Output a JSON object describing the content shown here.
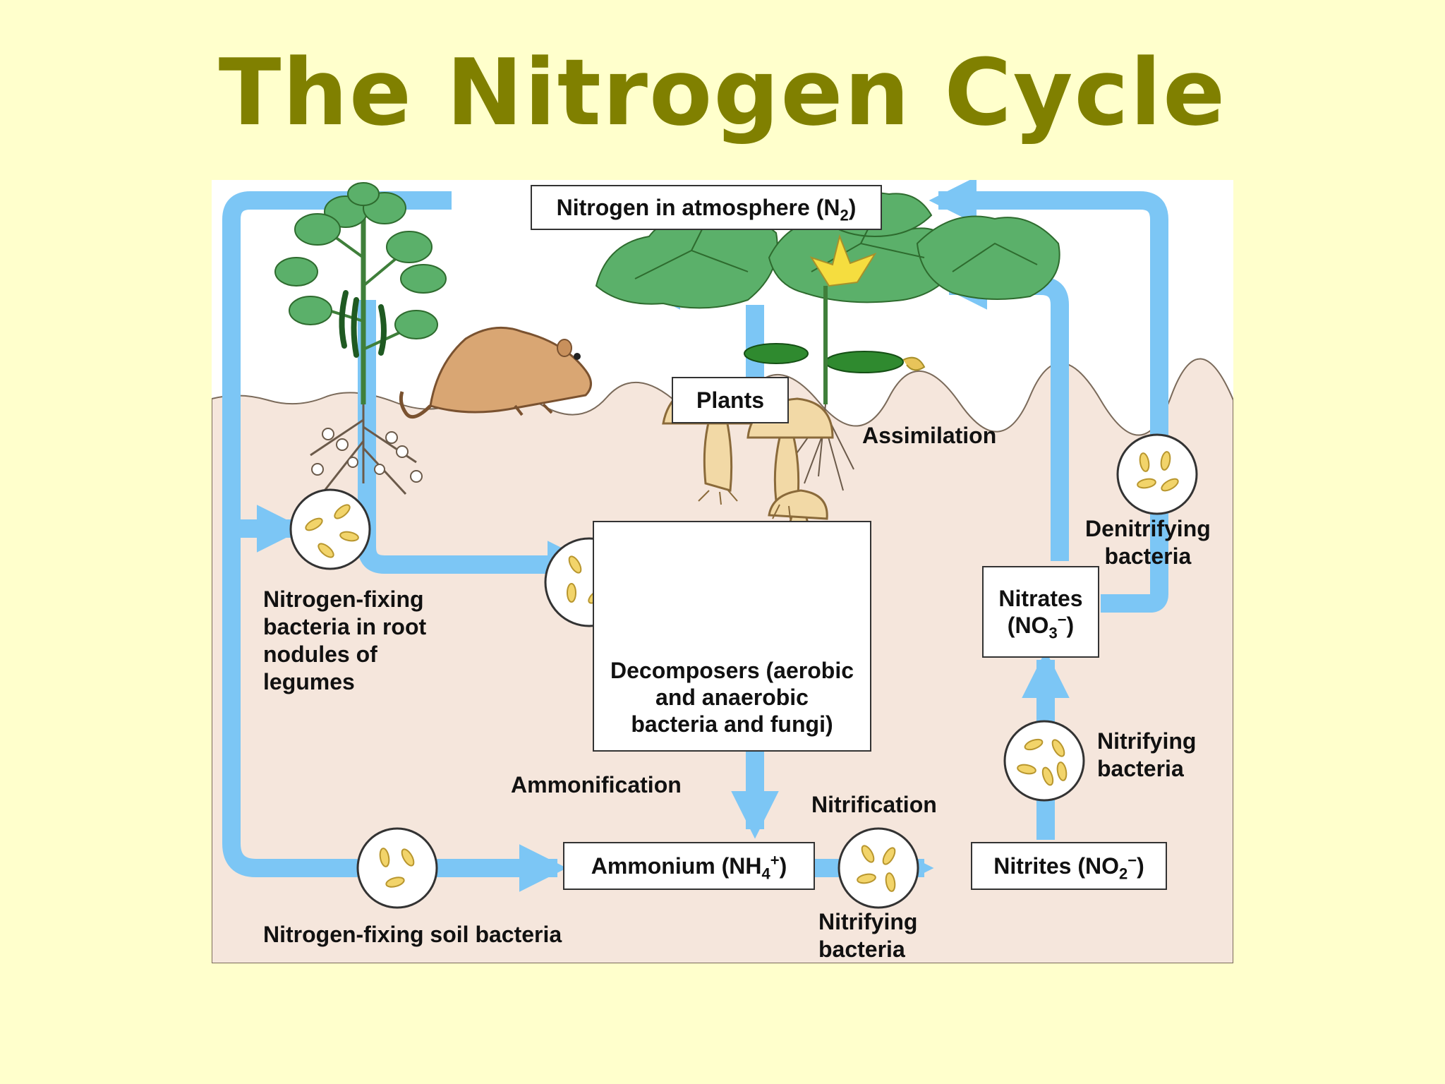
{
  "title": "The Nitrogen Cycle",
  "colors": {
    "background": "#ffffcc",
    "title": "#808000",
    "arrow": "#7cc6f5",
    "soil": "#f5e6dc",
    "leaf": "#5bb06a",
    "bacteria": "#f2d46a",
    "mushroom": "#f2d9a6",
    "rodent": "#d9a673"
  },
  "boxes": {
    "atmosphere": {
      "text": "Nitrogen in atmosphere (N",
      "sub": "2",
      "tail": ")"
    },
    "plants": "Plants",
    "decomposers": {
      "line1": "Decomposers (aerobic",
      "line2": "and anaerobic",
      "line3": "bacteria and fungi)"
    },
    "nitrates": {
      "line1": "Nitrates",
      "pre": "(NO",
      "sub": "3",
      "sup": "−",
      "tail": ")"
    },
    "ammonium": {
      "text": "Ammonium (NH",
      "sub": "4",
      "sup": "+",
      "tail": ")"
    },
    "nitrites": {
      "text": "Nitrites (NO",
      "sub": "2",
      "sup": "−",
      "tail": ")"
    }
  },
  "labels": {
    "assimilation": "Assimilation",
    "denitrifying": {
      "line1": "Denitrifying",
      "line2": "bacteria"
    },
    "root_nodule": {
      "line1": "Nitrogen-fixing",
      "line2": "bacteria in root",
      "line3": "nodules of",
      "line4": "legumes"
    },
    "ammonification": "Ammonification",
    "nitrification": "Nitrification",
    "nitrifying_right": {
      "line1": "Nitrifying",
      "line2": "bacteria"
    },
    "soil_bacteria": "Nitrogen-fixing soil bacteria",
    "nitrifying_bottom": {
      "line1": "Nitrifying",
      "line2": "bacteria"
    }
  },
  "icons": [
    "legume-plant-icon",
    "rodent-icon",
    "squash-plant-icon",
    "mushroom-icon",
    "root-nodule-bacteria-icon",
    "decomposer-bacteria-icon",
    "denitrifying-bacteria-icon",
    "nitrifying-bacteria-icon",
    "soil-bacteria-icon"
  ]
}
